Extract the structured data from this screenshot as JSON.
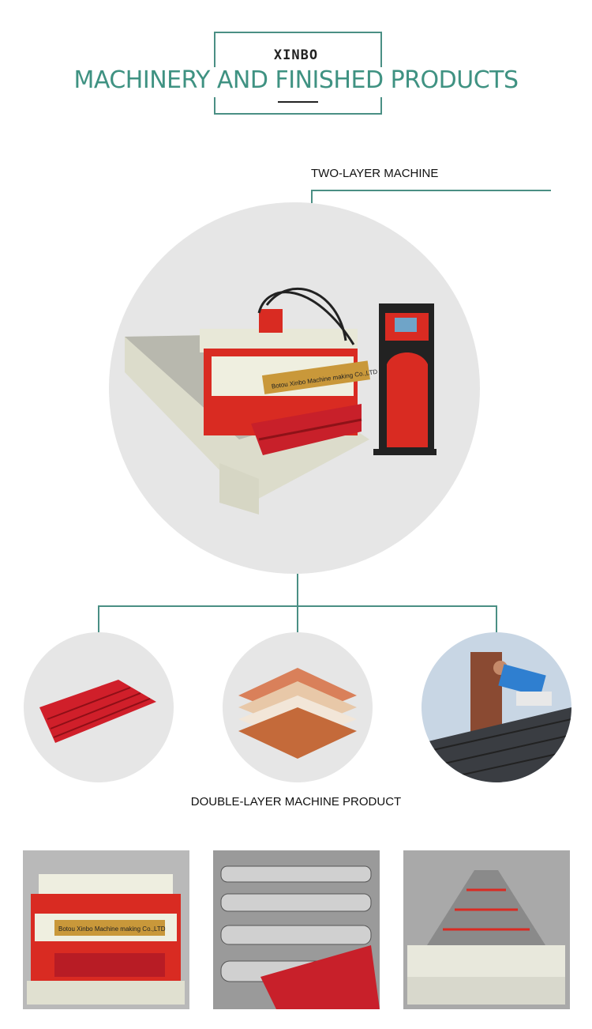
{
  "header": {
    "brand": "XINBO",
    "title": "MACHINERY AND FINISHED PRODUCTS"
  },
  "main_machine": {
    "label": "TWO-LAYER MACHINE",
    "nameplate": "Botou Xinbo Machine making Co.,LTD"
  },
  "products": {
    "label": "DOUBLE-LAYER MACHINE PRODUCT",
    "items": [
      "red-glazed-tile-sheet",
      "roof-tile-profile-samples",
      "worker-installing-roof-tiles"
    ]
  },
  "gallery": {
    "items": [
      "machine-front-view",
      "roller-stations-closeup",
      "machine-end-view"
    ],
    "nameplate": "Botou Xinbo Machine making Co.,LTD"
  },
  "colors": {
    "accent": "#4a8f84",
    "title": "#3f9282",
    "machine_red": "#d92b22",
    "machine_frame": "#e6e6d8"
  }
}
